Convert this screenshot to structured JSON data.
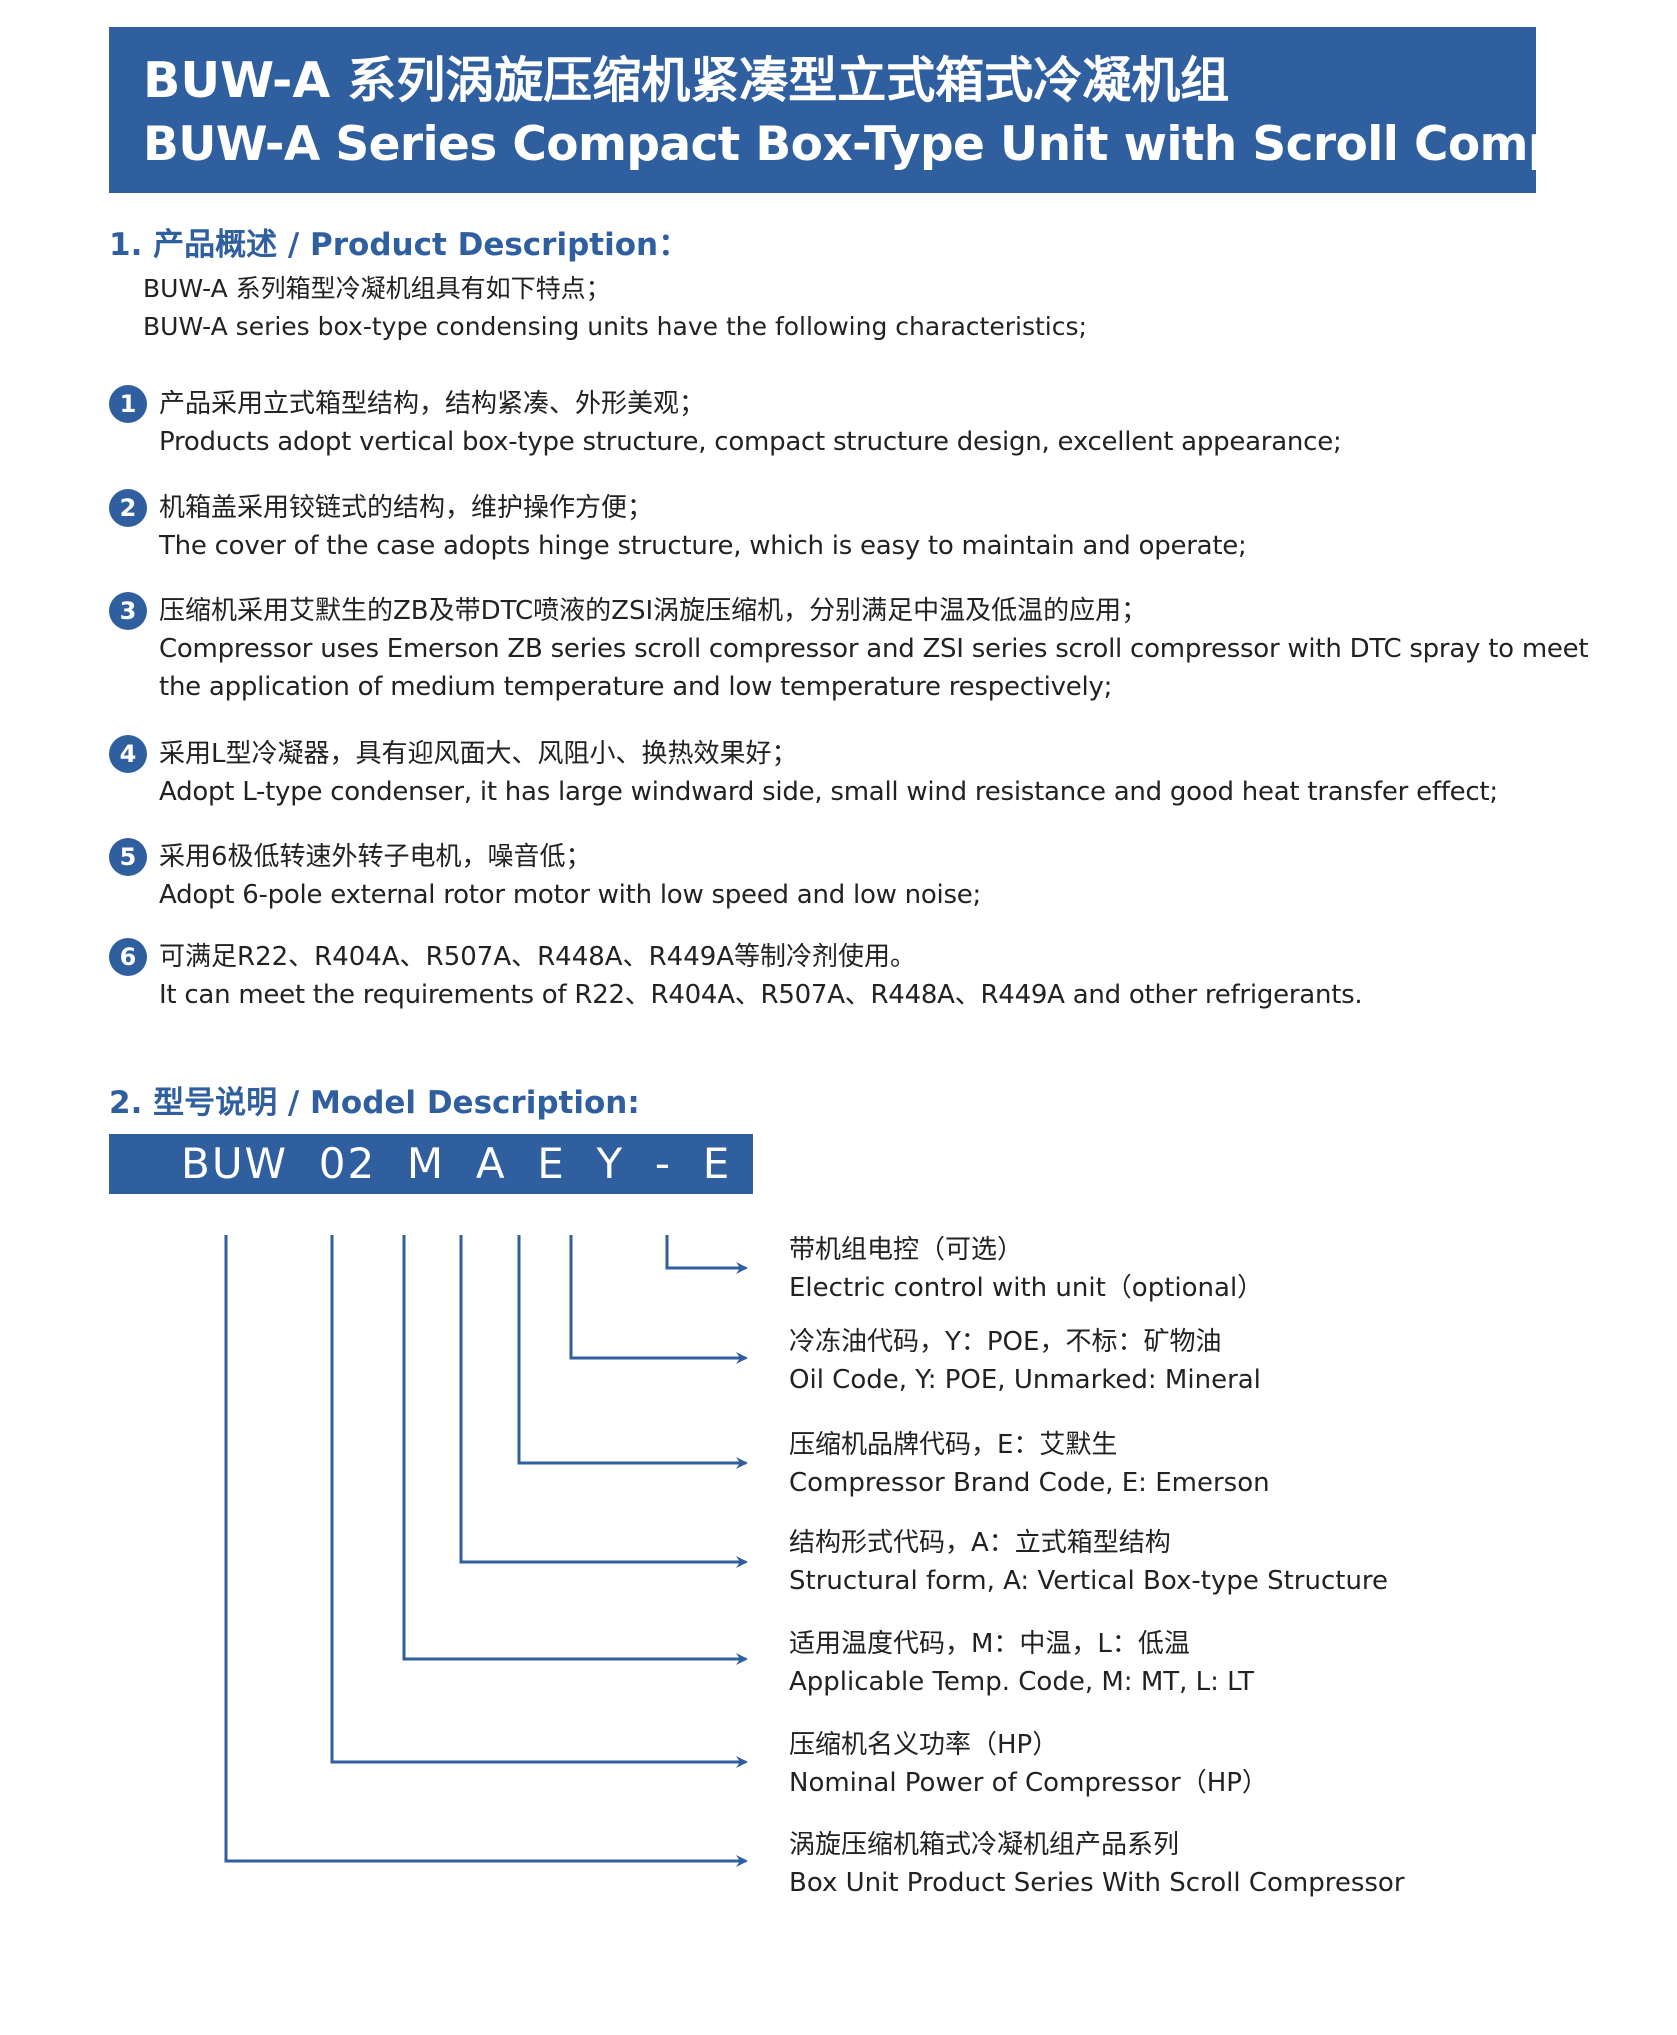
{
  "banner": {
    "title_cn": "BUW-A 系列涡旋压缩机紧凑型立式箱式冷凝机组",
    "title_en": "BUW-A Series Compact Box-Type Unit with Scroll Compressor"
  },
  "section1": {
    "title": "1. 产品概述 / Product Description：",
    "intro_cn": "BUW-A 系列箱型冷凝机组具有如下特点；",
    "intro_en": "BUW-A series box-type condensing units have the following characteristics;",
    "features": [
      {
        "num": "1",
        "cn": "产品采用立式箱型结构，结构紧凑、外形美观；",
        "en1": "Products adopt vertical box-type structure, compact structure design, excellent appearance;",
        "en2": ""
      },
      {
        "num": "2",
        "cn": "机箱盖采用铰链式的结构，维护操作方便；",
        "en1": "The cover of the case adopts hinge structure, which is easy to maintain and operate;",
        "en2": ""
      },
      {
        "num": "3",
        "cn": "压缩机采用艾默生的ZB及带DTC喷液的ZSI涡旋压缩机，分别满足中温及低温的应用；",
        "en1": "Compressor uses Emerson ZB series scroll compressor and ZSI series scroll compressor with DTC spray to meet",
        "en2": "the application of medium temperature and low temperature respectively;"
      },
      {
        "num": "4",
        "cn": "采用L型冷凝器，具有迎风面大、风阻小、换热效果好；",
        "en1": "Adopt L-type condenser, it has large windward side, small wind resistance and good heat transfer effect;",
        "en2": ""
      },
      {
        "num": "5",
        "cn": "采用6极低转速外转子电机，噪音低；",
        "en1": "Adopt 6-pole external rotor motor with low speed and low noise;",
        "en2": ""
      },
      {
        "num": "6",
        "cn": "可满足R22、R404A、R507A、R448A、R449A等制冷剂使用。",
        "en1": "It can meet the requirements of R22、R404A、R507A、R448A、R449A and other refrigerants.",
        "en2": ""
      }
    ]
  },
  "section2": {
    "title": "2. 型号说明 / Model Description:",
    "model_code": "BUW  02  M  A  E  Y  -  E",
    "codes": [
      {
        "cn": "带机组电控（可选）",
        "en": "Electric control with unit（optional）"
      },
      {
        "cn": "冷冻油代码，Y：POE，不标：矿物油",
        "en": "Oil Code, Y: POE, Unmarked: Mineral"
      },
      {
        "cn": "压缩机品牌代码，E：艾默生",
        "en": "Compressor Brand Code, E: Emerson"
      },
      {
        "cn": "结构形式代码，A：立式箱型结构",
        "en": "Structural form, A: Vertical Box-type Structure"
      },
      {
        "cn": "适用温度代码，M：中温，L：低温",
        "en": "Applicable Temp. Code, M: MT, L: LT"
      },
      {
        "cn": "压缩机名义功率（HP）",
        "en": "Nominal Power of Compressor（HP）"
      },
      {
        "cn": "涡旋压缩机箱式冷凝机组产品系列",
        "en": "Box Unit Product Series With Scroll Compressor"
      }
    ]
  },
  "colors": {
    "accent": "#2f5f9e",
    "text": "#222222"
  }
}
